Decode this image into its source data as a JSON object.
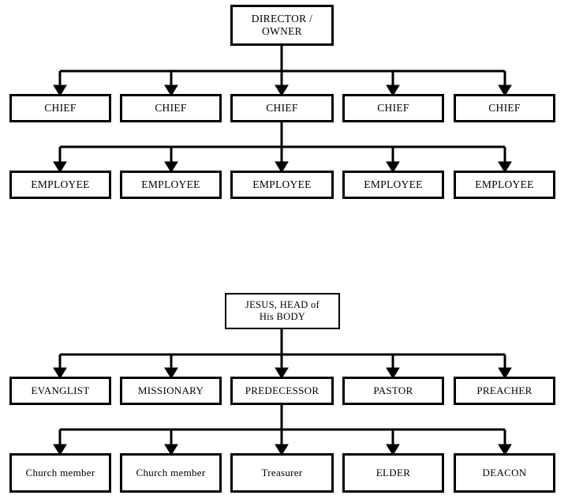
{
  "diagrams": [
    {
      "name": "secular-organisation-chart",
      "root": {
        "label": "DIRECTOR /\nOWNER"
      },
      "level2": [
        {
          "label": "CHIEF"
        },
        {
          "label": "CHIEF"
        },
        {
          "label": "CHIEF"
        },
        {
          "label": "CHIEF"
        },
        {
          "label": "CHIEF"
        }
      ],
      "level3": [
        {
          "label": "EMPLOYEE"
        },
        {
          "label": "EMPLOYEE"
        },
        {
          "label": "EMPLOYEE"
        },
        {
          "label": "EMPLOYEE"
        },
        {
          "label": "EMPLOYEE"
        }
      ]
    },
    {
      "name": "church-body-chart",
      "root": {
        "label": "JESUS, HEAD of\nHis BODY"
      },
      "level2": [
        {
          "label": "EVANGLIST"
        },
        {
          "label": "MISSIONARY"
        },
        {
          "label": "PREDECESSOR"
        },
        {
          "label": "PASTOR"
        },
        {
          "label": "PREACHER"
        }
      ],
      "level3": [
        {
          "label": "Church member"
        },
        {
          "label": "Church member"
        },
        {
          "label": "Treasurer"
        },
        {
          "label": "ELDER"
        },
        {
          "label": "DEACON"
        }
      ]
    }
  ],
  "style": {
    "line_color": "#000000",
    "box_fill": "#ffffff",
    "text_color": "#000000"
  }
}
